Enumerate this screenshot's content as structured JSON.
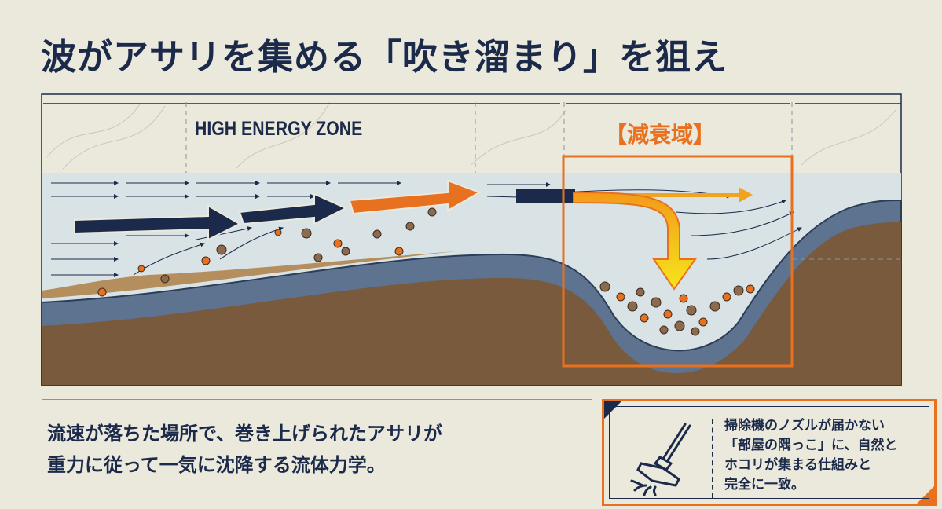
{
  "title": "波がアサリを集める「吹き溜まり」を狙え",
  "diagram": {
    "high_energy_label": "HIGH ENERGY ZONE",
    "decay_label": "【減衰域】"
  },
  "caption": {
    "line1": "流速が落ちた場所で、巻き上げられたアサリが",
    "line2": "重力に従って一気に沈降する流体力学。"
  },
  "note": {
    "icon": "vacuum-cleaner-icon",
    "line1": "掃除機のノズルが届かない",
    "line2": "「部屋の隅っこ」に、自然と",
    "line3": "ホコリが集まる仕組みと",
    "line4": "完全に一致。"
  },
  "colors": {
    "navy": "#1b2a4a",
    "orange": "#e8711f",
    "water": "#d9e3e6",
    "sediment": "#7a5a3c",
    "bedrock": "#5d7390"
  }
}
